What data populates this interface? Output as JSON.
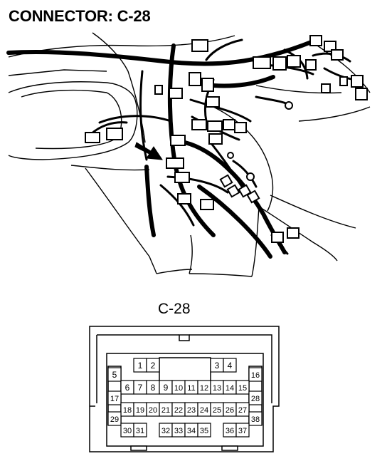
{
  "title": "CONNECTOR: C-28",
  "connector": {
    "label": "C-28",
    "pins": [
      "1",
      "2",
      "3",
      "4",
      "5",
      "6",
      "7",
      "8",
      "9",
      "10",
      "11",
      "12",
      "13",
      "14",
      "15",
      "16",
      "17",
      "18",
      "19",
      "20",
      "21",
      "22",
      "23",
      "24",
      "25",
      "26",
      "27",
      "28",
      "29",
      "30",
      "31",
      "32",
      "33",
      "34",
      "35",
      "36",
      "37",
      "38"
    ]
  }
}
